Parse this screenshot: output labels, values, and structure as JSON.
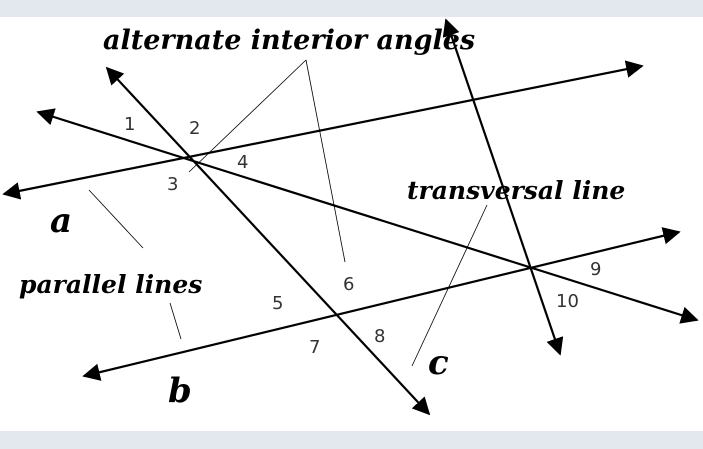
{
  "title": "alternate interior angles",
  "labels": {
    "transversal": "transversal line",
    "parallel": "parallel lines",
    "line_a": "a",
    "line_b": "b",
    "line_c": "c"
  },
  "angles": [
    "1",
    "2",
    "3",
    "4",
    "5",
    "6",
    "7",
    "8",
    "9",
    "10"
  ]
}
